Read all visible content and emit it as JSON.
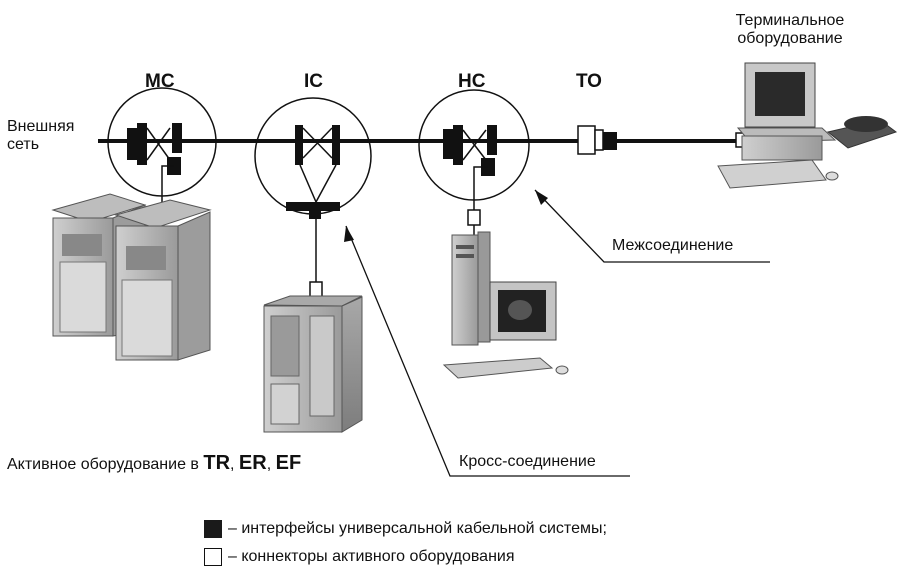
{
  "nodes": {
    "mc": "МС",
    "ic": "IC",
    "hc": "НС",
    "to": "ТО"
  },
  "labels": {
    "external_network_line1": "Внешняя",
    "external_network_line2": "сеть",
    "terminal_equipment_line1": "Терминальное",
    "terminal_equipment_line2": "оборудование",
    "interconnection": "Межсоединение",
    "cross_connection": "Кросс-соединение",
    "active_equipment_prefix": "Активное оборудование в ",
    "active_tr": "TR",
    "sep1": ", ",
    "active_er": "ER",
    "sep2": ", ",
    "active_ef": "EF"
  },
  "legend": {
    "filled": "– интерфейсы универсальной кабельной системы;",
    "empty": "– коннекторы активного оборудования"
  }
}
